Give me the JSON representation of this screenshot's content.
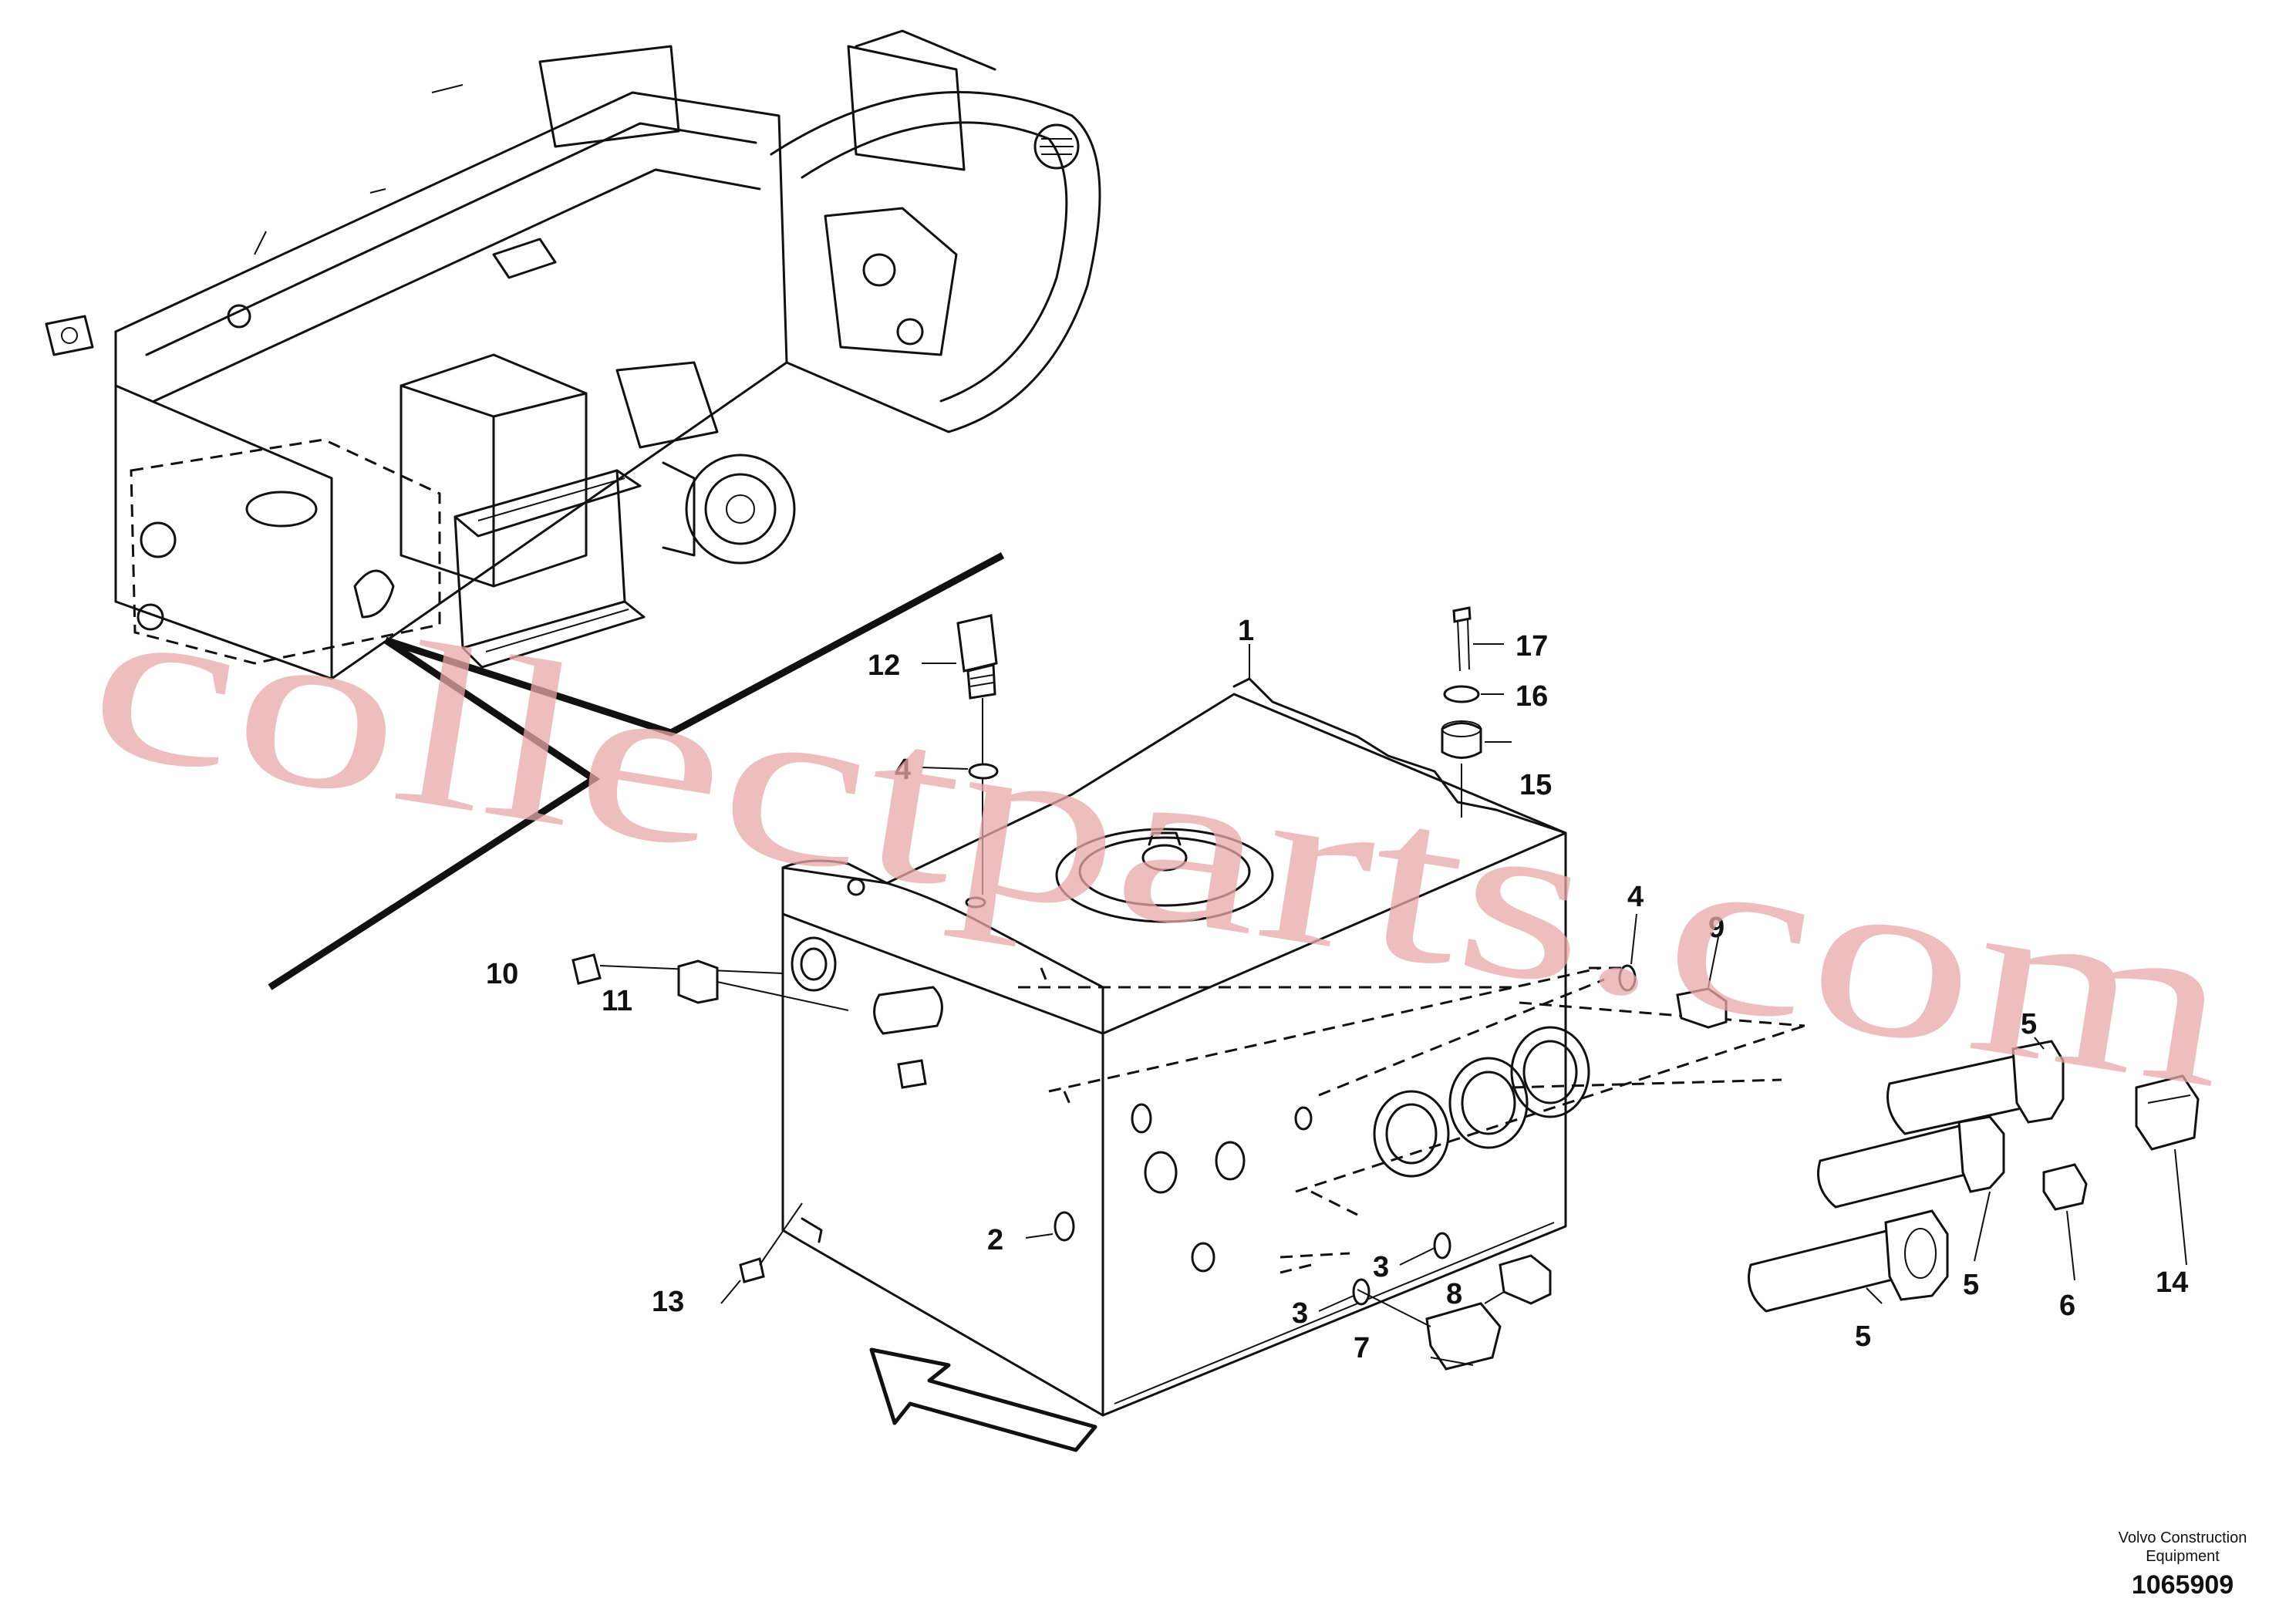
{
  "callouts": [
    {
      "id": "1",
      "label": "1"
    },
    {
      "id": "2",
      "label": "2"
    },
    {
      "id": "3a",
      "label": "3"
    },
    {
      "id": "3b",
      "label": "3"
    },
    {
      "id": "4a",
      "label": "4"
    },
    {
      "id": "4b",
      "label": "4"
    },
    {
      "id": "5a",
      "label": "5"
    },
    {
      "id": "5b",
      "label": "5"
    },
    {
      "id": "5c",
      "label": "5"
    },
    {
      "id": "6",
      "label": "6"
    },
    {
      "id": "7",
      "label": "7"
    },
    {
      "id": "8",
      "label": "8"
    },
    {
      "id": "9",
      "label": "9"
    },
    {
      "id": "10",
      "label": "10"
    },
    {
      "id": "11",
      "label": "11"
    },
    {
      "id": "12",
      "label": "12"
    },
    {
      "id": "13",
      "label": "13"
    },
    {
      "id": "14",
      "label": "14"
    },
    {
      "id": "15",
      "label": "15"
    },
    {
      "id": "16",
      "label": "16"
    },
    {
      "id": "17",
      "label": "17"
    }
  ],
  "watermark": "collectparts.com",
  "brand": {
    "line1": "Volvo Construction",
    "line2": "Equipment"
  },
  "doc_number": "1065909"
}
